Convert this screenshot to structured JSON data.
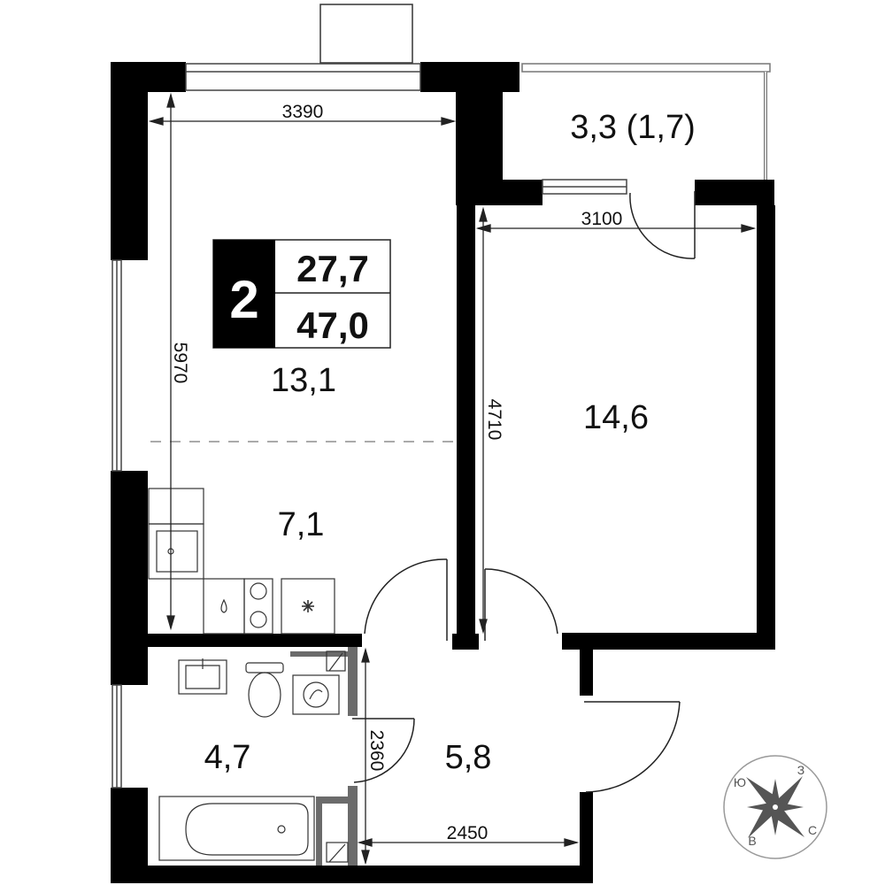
{
  "badge": {
    "rooms": "2",
    "living_area": "27,7",
    "total_area": "47,0"
  },
  "rooms": {
    "balcony": "3,3 (1,7)",
    "living": "13,1",
    "kitchen": "7,1",
    "bedroom": "14,6",
    "bathroom": "4,7",
    "hall": "5,8"
  },
  "dimensions": {
    "living_width": "3390",
    "living_depth": "5970",
    "bedroom_width": "3100",
    "bedroom_depth": "4710",
    "hall_depth": "2360",
    "hall_width": "2450"
  },
  "compass": {
    "north": "С",
    "south": "Ю",
    "east": "В",
    "west": "З"
  },
  "colors": {
    "wall": "#000000",
    "partition": "#6b6b6b",
    "line": "#333333"
  }
}
